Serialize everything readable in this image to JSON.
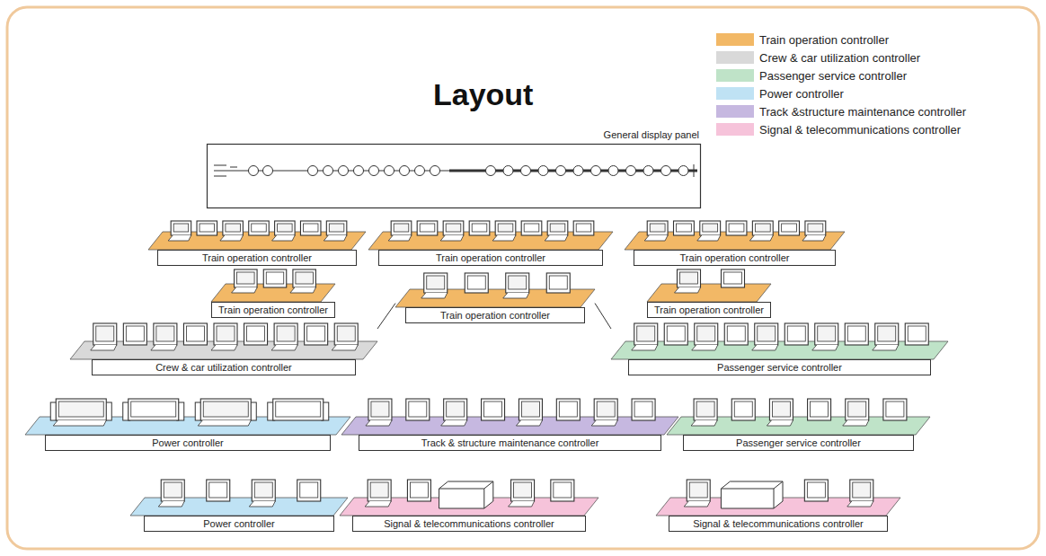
{
  "diagram": {
    "title": "Layout",
    "nodes": [
      {
        "text": [
          "General display panel"
        ]
      },
      {
        "text": [
          "Train operation controller"
        ]
      },
      {
        "text": [
          "Train operation controller"
        ]
      },
      {
        "text": [
          "Train operation controller"
        ]
      },
      {
        "text": [
          "Train operation controller"
        ]
      },
      {
        "text": [
          "Train operation controller"
        ]
      },
      {
        "text": [
          "Train operation controller"
        ]
      },
      {
        "text": [
          "Crew & car utilization controller"
        ]
      },
      {
        "text": [
          "Passenger service controller"
        ]
      },
      {
        "text": [
          "Power controller"
        ]
      },
      {
        "text": [
          "Track & structure maintenance controller"
        ]
      },
      {
        "text": [
          "Passenger service controller"
        ]
      },
      {
        "text": [
          "Power controller"
        ]
      },
      {
        "text": [
          "Signal & telecommunications controller"
        ]
      },
      {
        "text": [
          "Signal & telecommunications controller"
        ]
      }
    ],
    "edges": [
      {
        "from": 5,
        "to": 7,
        "arrow": "none"
      },
      {
        "from": 5,
        "to": 8,
        "arrow": "none"
      }
    ],
    "legend": [
      {
        "text": "Train operation controller",
        "color": "#f2b866"
      },
      {
        "text": "Crew & car utilization controller",
        "color": "#d9d9d9"
      },
      {
        "text": "Passenger service controller",
        "color": "#bfe3c8"
      },
      {
        "text": "Power controller",
        "color": "#bfe2f4"
      },
      {
        "text": "Track &structure maintenance controller",
        "color": "#c6b8e0"
      },
      {
        "text": "Signal & telecommunications controller",
        "color": "#f6c3da"
      }
    ]
  }
}
